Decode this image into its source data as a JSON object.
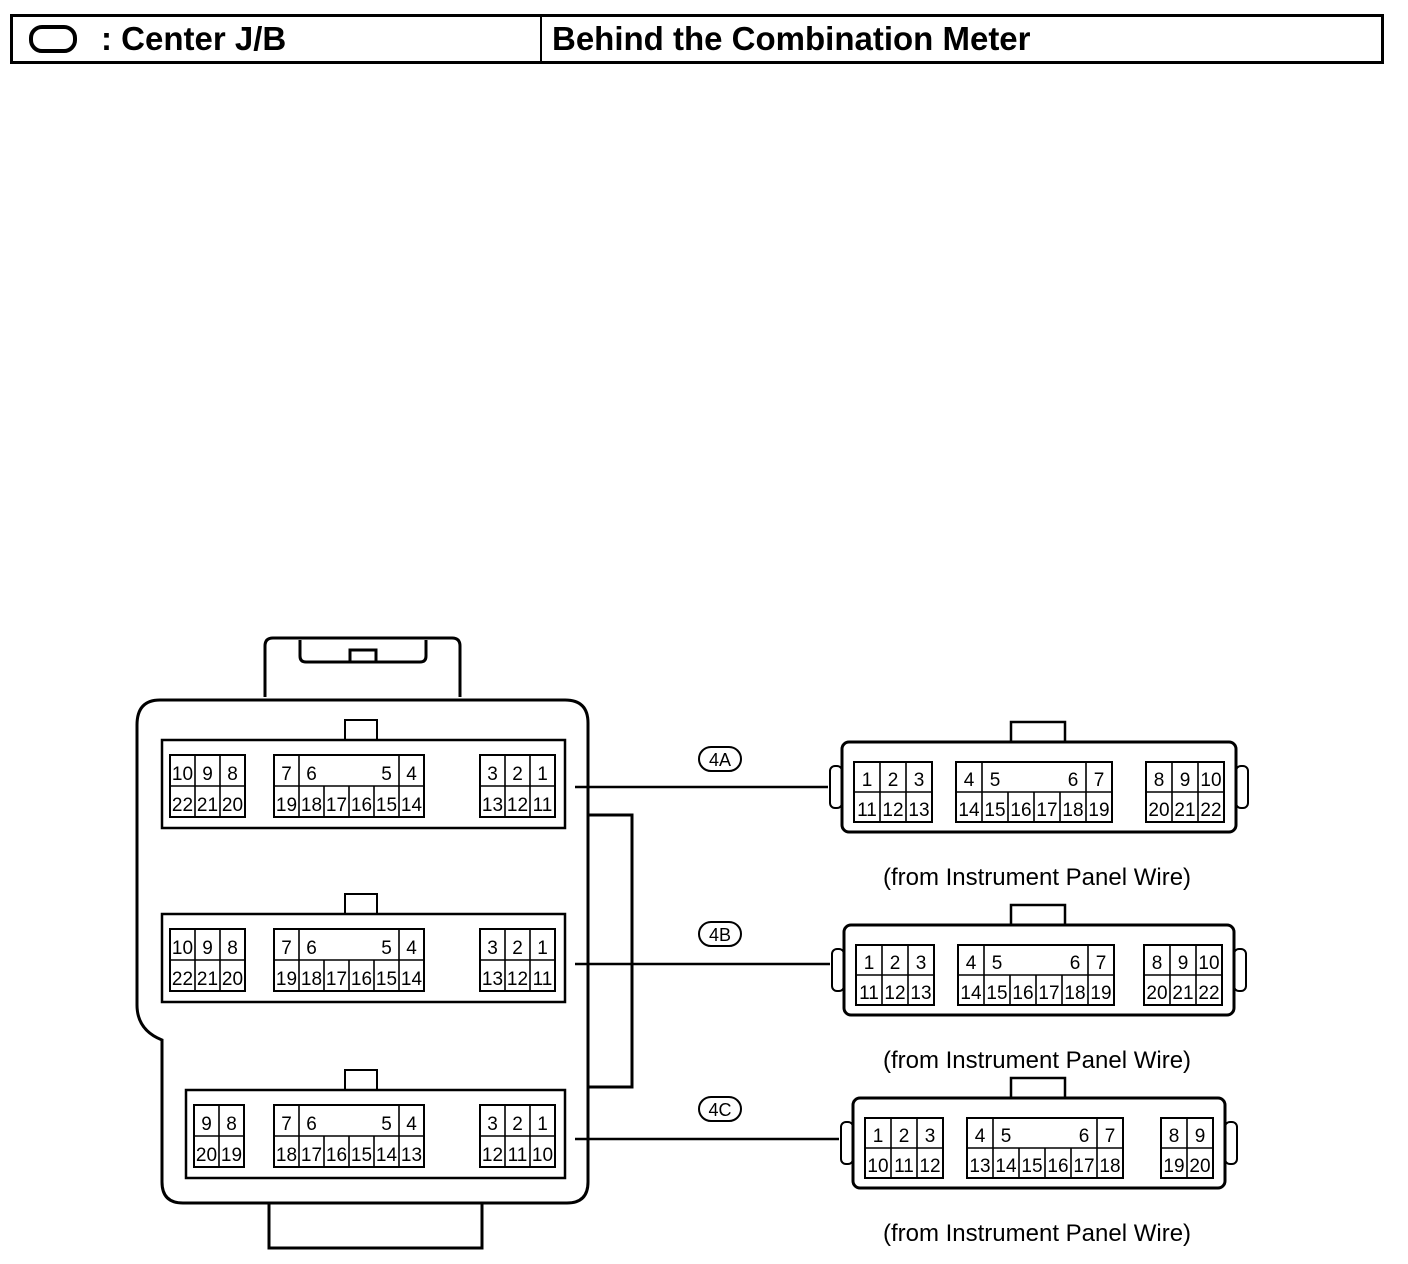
{
  "header": {
    "legend_icon": "oval-icon",
    "legend_label": ": Center J/B",
    "location": "Behind the Combination Meter"
  },
  "left_block": {
    "connectors": [
      {
        "id": "4A",
        "groups": [
          {
            "top": [
              "10",
              "9",
              "8"
            ],
            "bottom": [
              "22",
              "21",
              "20"
            ]
          },
          {
            "top": [
              "7",
              "6",
              "",
              "",
              "5",
              "4"
            ],
            "bottom": [
              "19",
              "18",
              "17",
              "16",
              "15",
              "14"
            ]
          },
          {
            "top": [
              "3",
              "2",
              "1"
            ],
            "bottom": [
              "13",
              "12",
              "11"
            ]
          }
        ]
      },
      {
        "id": "4B",
        "groups": [
          {
            "top": [
              "10",
              "9",
              "8"
            ],
            "bottom": [
              "22",
              "21",
              "20"
            ]
          },
          {
            "top": [
              "7",
              "6",
              "",
              "",
              "5",
              "4"
            ],
            "bottom": [
              "19",
              "18",
              "17",
              "16",
              "15",
              "14"
            ]
          },
          {
            "top": [
              "3",
              "2",
              "1"
            ],
            "bottom": [
              "13",
              "12",
              "11"
            ]
          }
        ]
      },
      {
        "id": "4C",
        "groups": [
          {
            "top": [
              "9",
              "8"
            ],
            "bottom": [
              "20",
              "19"
            ]
          },
          {
            "top": [
              "7",
              "6",
              "",
              "",
              "5",
              "4"
            ],
            "bottom": [
              "18",
              "17",
              "16",
              "15",
              "14",
              "13"
            ]
          },
          {
            "top": [
              "3",
              "2",
              "1"
            ],
            "bottom": [
              "12",
              "11",
              "10"
            ]
          }
        ]
      }
    ]
  },
  "right_connectors": [
    {
      "label": "4A",
      "caption": "(from Instrument Panel Wire)",
      "groups": [
        {
          "top": [
            "1",
            "2",
            "3"
          ],
          "bottom": [
            "11",
            "12",
            "13"
          ]
        },
        {
          "top": [
            "4",
            "5",
            "",
            "",
            "6",
            "7"
          ],
          "bottom": [
            "14",
            "15",
            "16",
            "17",
            "18",
            "19"
          ]
        },
        {
          "top": [
            "8",
            "9",
            "10"
          ],
          "bottom": [
            "20",
            "21",
            "22"
          ]
        }
      ]
    },
    {
      "label": "4B",
      "caption": "(from Instrument Panel Wire)",
      "groups": [
        {
          "top": [
            "1",
            "2",
            "3"
          ],
          "bottom": [
            "11",
            "12",
            "13"
          ]
        },
        {
          "top": [
            "4",
            "5",
            "",
            "",
            "6",
            "7"
          ],
          "bottom": [
            "14",
            "15",
            "16",
            "17",
            "18",
            "19"
          ]
        },
        {
          "top": [
            "8",
            "9",
            "10"
          ],
          "bottom": [
            "20",
            "21",
            "22"
          ]
        }
      ]
    },
    {
      "label": "4C",
      "caption": "(from Instrument Panel Wire)",
      "groups": [
        {
          "top": [
            "1",
            "2",
            "3"
          ],
          "bottom": [
            "10",
            "11",
            "12"
          ]
        },
        {
          "top": [
            "4",
            "5",
            "",
            "",
            "6",
            "7"
          ],
          "bottom": [
            "13",
            "14",
            "15",
            "16",
            "17",
            "18"
          ]
        },
        {
          "top": [
            "8",
            "9"
          ],
          "bottom": [
            "19",
            "20"
          ]
        }
      ]
    }
  ]
}
